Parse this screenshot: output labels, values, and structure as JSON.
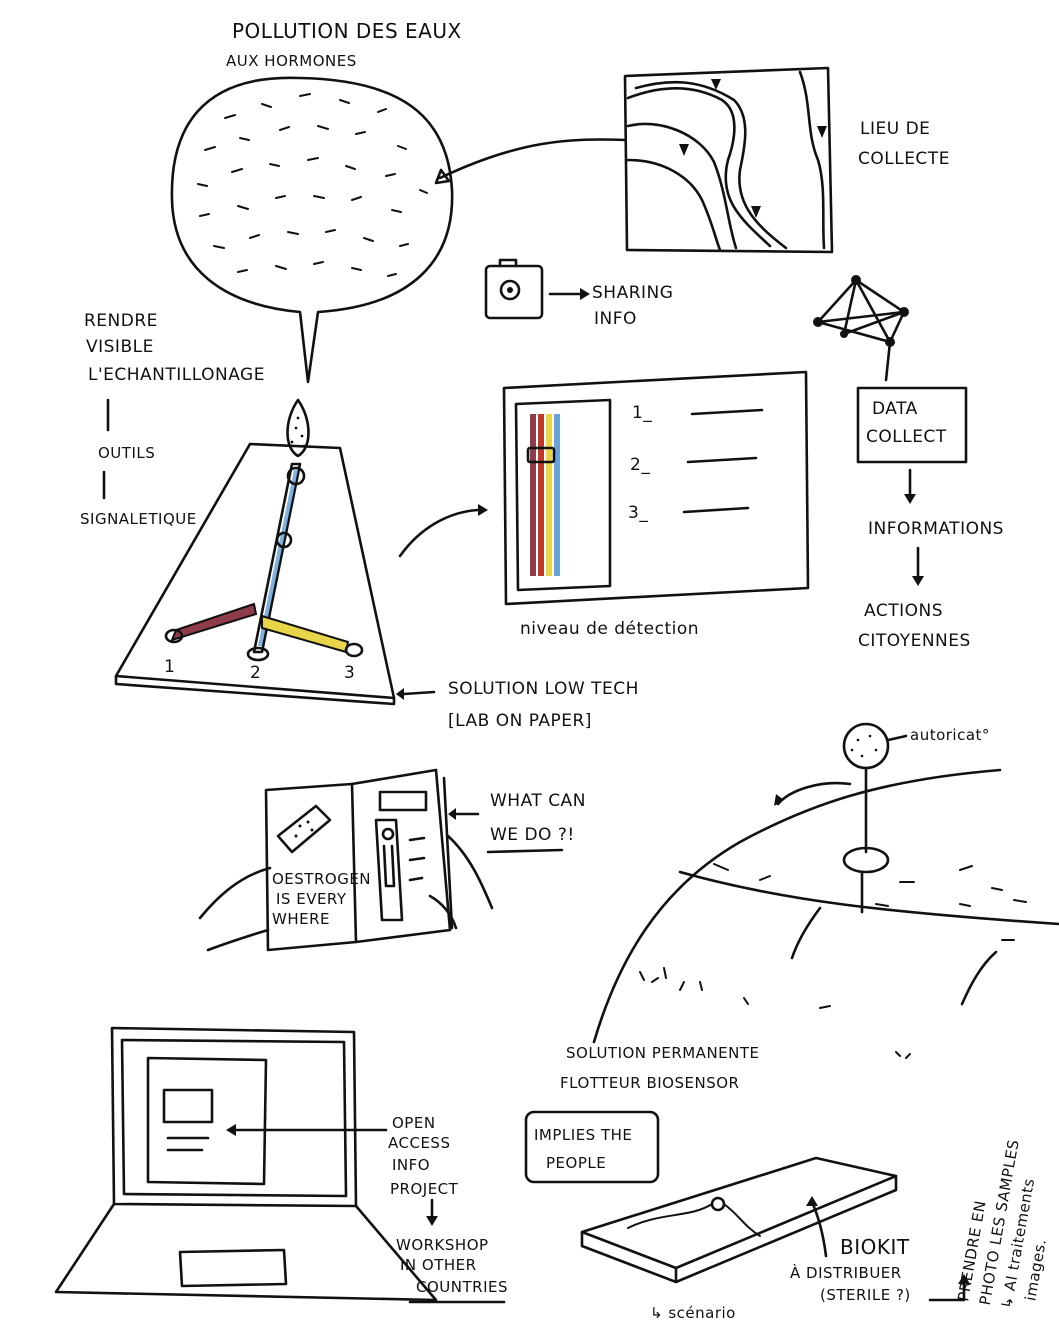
{
  "bubble": {
    "title_line1": "POLLUTION DES EAUX",
    "title_line2": "AUX HORMONES"
  },
  "map": {
    "label_line1": "LIEU DE",
    "label_line2": "COLLECTE"
  },
  "sharing": {
    "line1": "SHARING",
    "line2": "INFO"
  },
  "left_notes": {
    "line1": "RENDRE",
    "line2": "VISIBLE",
    "line3": "L'ECHANTILLONAGE",
    "line4": "OUTILS",
    "line5": "SIGNALETIQUE"
  },
  "test_card": {
    "num1": "1",
    "num2": "2",
    "num3": "3"
  },
  "result_panel": {
    "item1": "1_",
    "item2": "2_",
    "item3": "3_",
    "caption": "niveau de détection"
  },
  "data_collect": {
    "line1": "DATA",
    "line2": "COLLECT",
    "informations": "INFORMATIONS",
    "actions1": "ACTIONS",
    "actions2": "CITOYENNES"
  },
  "low_tech": {
    "line1": "SOLUTION LOW TECH",
    "line2": "[LAB ON PAPER]"
  },
  "booklet": {
    "left_line1": "OESTROGEN",
    "left_line2": "IS EVERY",
    "left_line3": "WHERE",
    "question1": "WHAT CAN",
    "question2": "WE DO ?!"
  },
  "float": {
    "annotation": "autoricat°"
  },
  "permanent": {
    "line1": "SOLUTION PERMANENTE",
    "line2": "FLOTTEUR BIOSENSOR",
    "implies1": "IMPLIES THE",
    "implies2": "PEOPLE"
  },
  "laptop": {
    "line1": "OPEN",
    "line2": "ACCESS",
    "line3": "INFO",
    "line4": "PROJECT",
    "line5": "WORKSHOP",
    "line6": "IN OTHER",
    "line7": "COUNTRIES"
  },
  "biokit": {
    "title": "BIOKIT",
    "line2": "À DISTRIBUER",
    "line3": "(STERILE ?)",
    "scenario": "↳ scénario"
  },
  "side_note": {
    "line1": "PRENDRE EN",
    "line2": "PHOTO LES SAMPLES",
    "line3": "↳ AI traitements",
    "line4": "images."
  },
  "colors": {
    "red": "#c0392b",
    "yellow": "#e8d54a",
    "blue": "#6aa3d9",
    "maroon": "#8e3b4a",
    "ink": "#111111"
  }
}
